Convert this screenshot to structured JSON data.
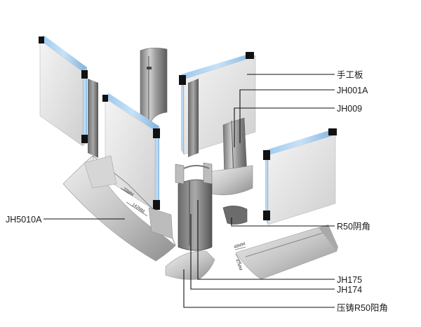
{
  "labels": {
    "hand_panel": "手工板",
    "jh001a": "JH001A",
    "jh009": "JH009",
    "r50_inner": "R50阴角",
    "jh175": "JH175",
    "jh174": "JH174",
    "r50_outer_cast": "压铸R50阳角",
    "jh5010a": "JH5010A"
  },
  "dimensions": {
    "dim_a": "70MM",
    "dim_b": "142MM",
    "dim_c": "48MM",
    "dim_d": "47MM"
  }
}
